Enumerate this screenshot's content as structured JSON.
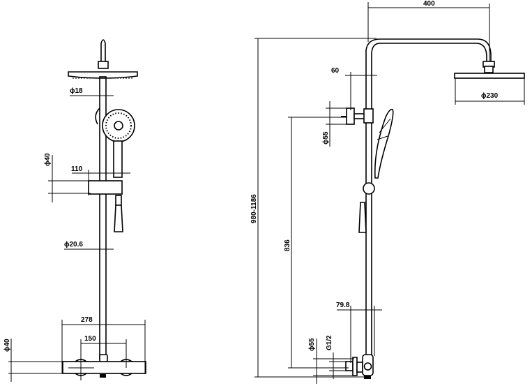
{
  "title": "Shower system dimension drawing",
  "front_view": {
    "dims": {
      "arm_diameter": "ϕ18",
      "bracket_diameter": "ϕ40",
      "bracket_projection": "110",
      "rail_diameter": "ϕ20.6",
      "valve_width": "278",
      "inlet_centers": "150",
      "valve_diameter": "ϕ40"
    }
  },
  "side_view": {
    "dims": {
      "arm_reach": "400",
      "wall_bracket_offset": "60",
      "head_diameter": "ϕ230",
      "wall_bracket_diameter": "ϕ55",
      "total_height": "980-1186",
      "bracket_height": "836",
      "valve_projection": "79.8",
      "escutcheon_diameter": "ϕ55",
      "inlet_thread": "G1/2"
    }
  },
  "colors": {
    "line": "#000000",
    "background": "#ffffff"
  }
}
